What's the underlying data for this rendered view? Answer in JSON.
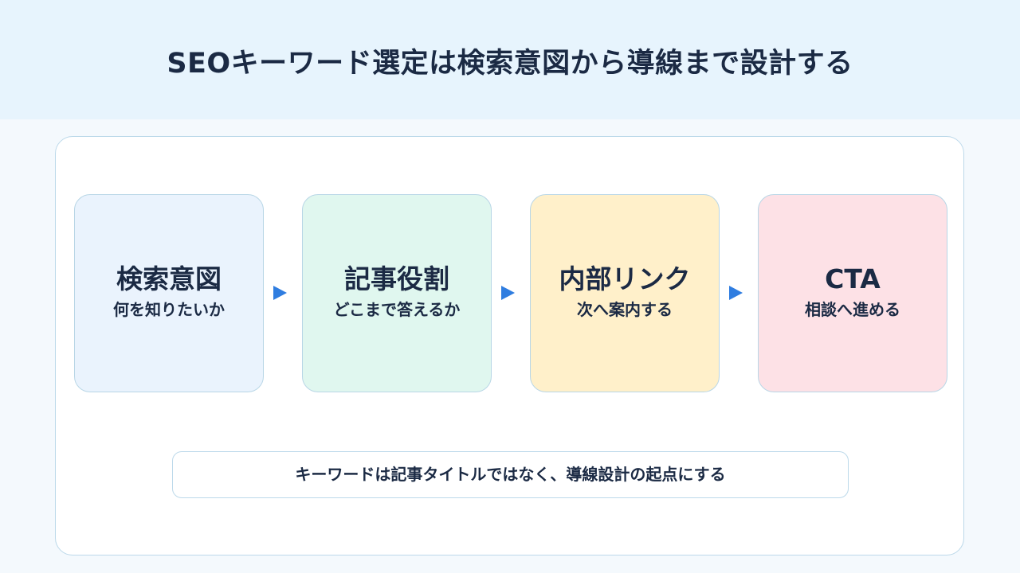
{
  "title": "SEOキーワード選定は検索意図から導線まで設計する",
  "steps": [
    {
      "title": "検索意図",
      "subtitle": "何を知りたいか",
      "color": "#eaf3fd"
    },
    {
      "title": "記事役割",
      "subtitle": "どこまで答えるか",
      "color": "#e0f7ef"
    },
    {
      "title": "内部リンク",
      "subtitle": "次へ案内する",
      "color": "#fff0ca"
    },
    {
      "title": "CTA",
      "subtitle": "相談へ進める",
      "color": "#fde1e6"
    }
  ],
  "note": "キーワードは記事タイトルではなく、導線設計の起点にする",
  "colors": {
    "accent_arrow": "#2f7de0",
    "text": "#1b2a44",
    "header_bg": "#e7f4fd"
  }
}
